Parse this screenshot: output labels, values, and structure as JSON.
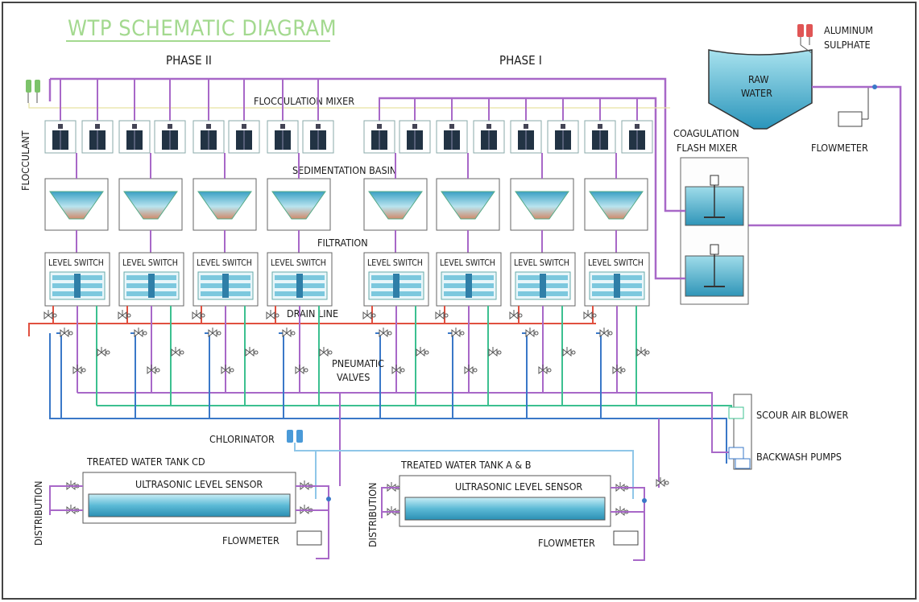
{
  "title": "WTP SCHEMATIC DIAGRAM",
  "phase_left": "PHASE II",
  "phase_right": "PHASE I",
  "labels": {
    "flocculant": "FLOCCULANT",
    "flocculation_mixer": "FLOCCULATION MIXER",
    "sedimentation_basin": "SEDIMENTATION BASIN",
    "filtration": "FILTRATION",
    "drain_line": "DRAIN LINE",
    "pneumatic_valves_1": "PNEUMATIC",
    "pneumatic_valves_2": "VALVES",
    "aluminum_1": "ALUMINUM",
    "aluminum_2": "SULPHATE",
    "raw_water_1": "RAW",
    "raw_water_2": "WATER",
    "flowmeter_top": "FLOWMETER",
    "coagulation_1": "COAGULATION",
    "coagulation_2": "FLASH MIXER",
    "scour_air_blower": "SCOUR AIR BLOWER",
    "backwash_pumps": "BACKWASH PUMPS",
    "chlorinator": "CHLORINATOR",
    "tank_cd": "TREATED WATER TANK CD",
    "tank_ab": "TREATED WATER TANK A & B",
    "ultrasonic_left": "ULTRASONIC LEVEL SENSOR",
    "ultrasonic_right": "ULTRASONIC LEVEL SENSOR",
    "distribution_left": "DISTRIBUTION",
    "distribution_right": "DISTRIBUTION",
    "flowmeter_left": "FLOWMETER",
    "flowmeter_right": "FLOWMETER",
    "level_switch": "LEVEL SWITCH"
  },
  "colors": {
    "purple_pipe": "#a868c8",
    "red_pipe": "#e05040",
    "green_pipe": "#3cc090",
    "blue_pipe": "#3a78c8",
    "lightblue_pipe": "#8fc6e8",
    "title_green": "#a3d98f",
    "water": "#4fb3cf"
  }
}
